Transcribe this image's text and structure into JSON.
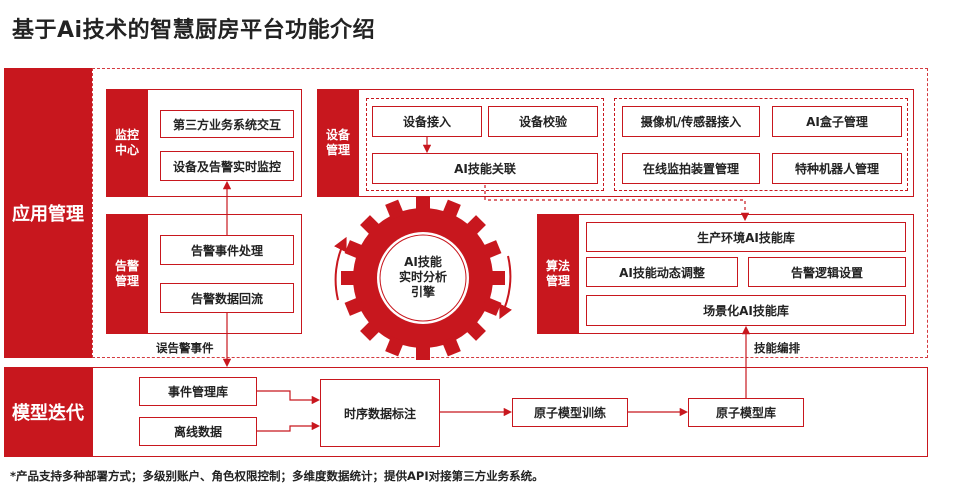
{
  "page": {
    "title": "基于Ai技术的智慧厨房平台功能介绍"
  },
  "sections": {
    "app": "应用管理",
    "model": "模型迭代"
  },
  "monitor": {
    "label": "监控\n中心",
    "items": [
      "第三方业务系统交互",
      "设备及告警实时监控"
    ]
  },
  "alarm": {
    "label": "告警\n管理",
    "items": [
      "告警事件处理",
      "告警数据回流"
    ]
  },
  "device": {
    "label": "设备\n管理",
    "group1": [
      "设备接入",
      "设备校验",
      "AI技能关联"
    ],
    "group2": [
      "摄像机/传感器接入",
      "AI盒子管理",
      "在线监拍装置管理",
      "特种机器人管理"
    ]
  },
  "gear": {
    "text": "AI技能\n实时分析\n引擎"
  },
  "algo": {
    "label": "算法\n管理",
    "items": [
      "生产环境AI技能库",
      "AI技能动态调整",
      "告警逻辑设置",
      "场景化AI技能库"
    ]
  },
  "flow_labels": {
    "false_alarm": "误告警事件",
    "skill_orchestration": "技能编排"
  },
  "model_iter": {
    "sources": [
      "事件管理库",
      "离线数据"
    ],
    "timeseries": "时序数据标注",
    "training": "原子模型训练",
    "library": "原子模型库"
  },
  "footer": {
    "note": "*产品支持多种部署方式；多级别账户、角色权限控制；多维度数据统计；提供API对接第三方业务系统。"
  },
  "colors": {
    "accent": "#c8171e"
  }
}
